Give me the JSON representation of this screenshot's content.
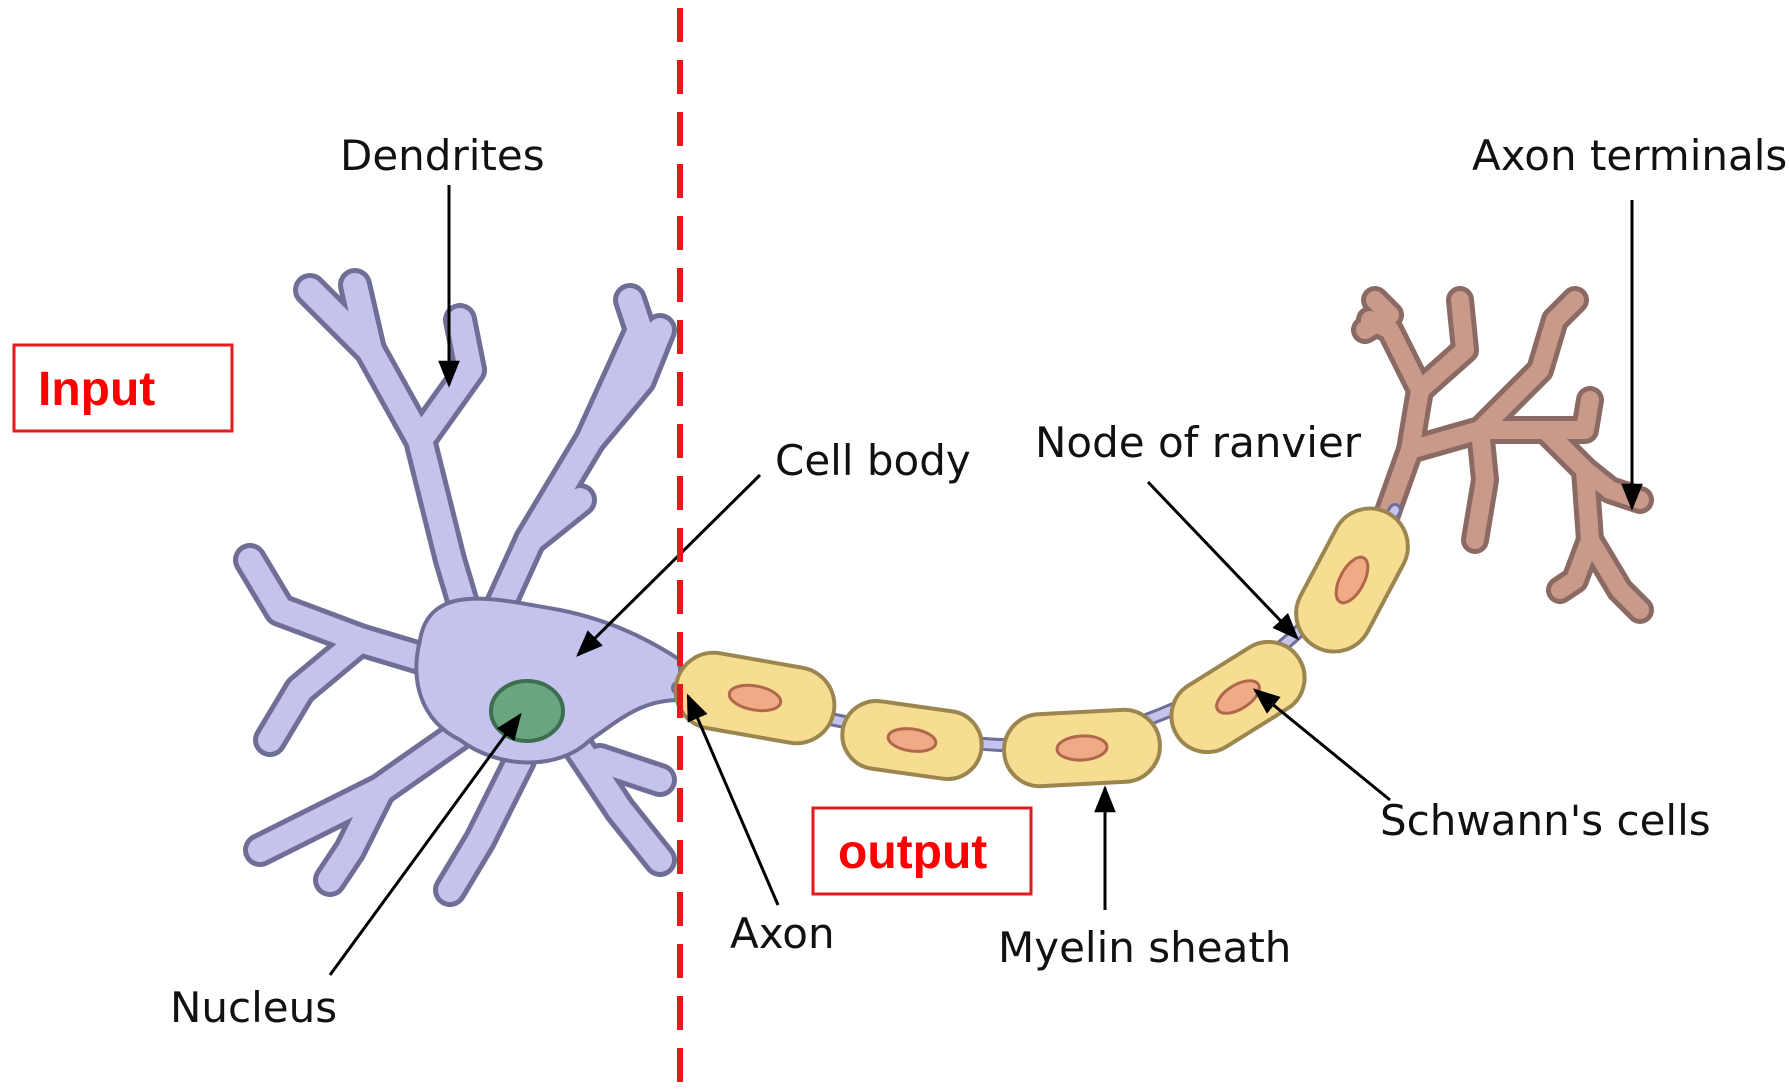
{
  "labels": {
    "dendrites": "Dendrites",
    "axon_terminals": "Axon terminals",
    "cell_body": "Cell body",
    "node_of_ranvier": "Node of ranvier",
    "schwanns_cells": "Schwann's cells",
    "myelin_sheath": "Myelin sheath",
    "axon": "Axon",
    "nucleus": "Nucleus"
  },
  "boxes": {
    "input": "Input",
    "output": "output"
  },
  "colors": {
    "soma": "#c3c3ee",
    "soma_outline": "#6e6e96",
    "nucleus": "#6aa581",
    "myelin": "#f7dd92",
    "myelin_outline": "#9c8650",
    "schwann_nucleus": "#f0ab86",
    "terminals": "#c99a8a",
    "divider": "#e3191c",
    "box_text": "#ff0000"
  }
}
